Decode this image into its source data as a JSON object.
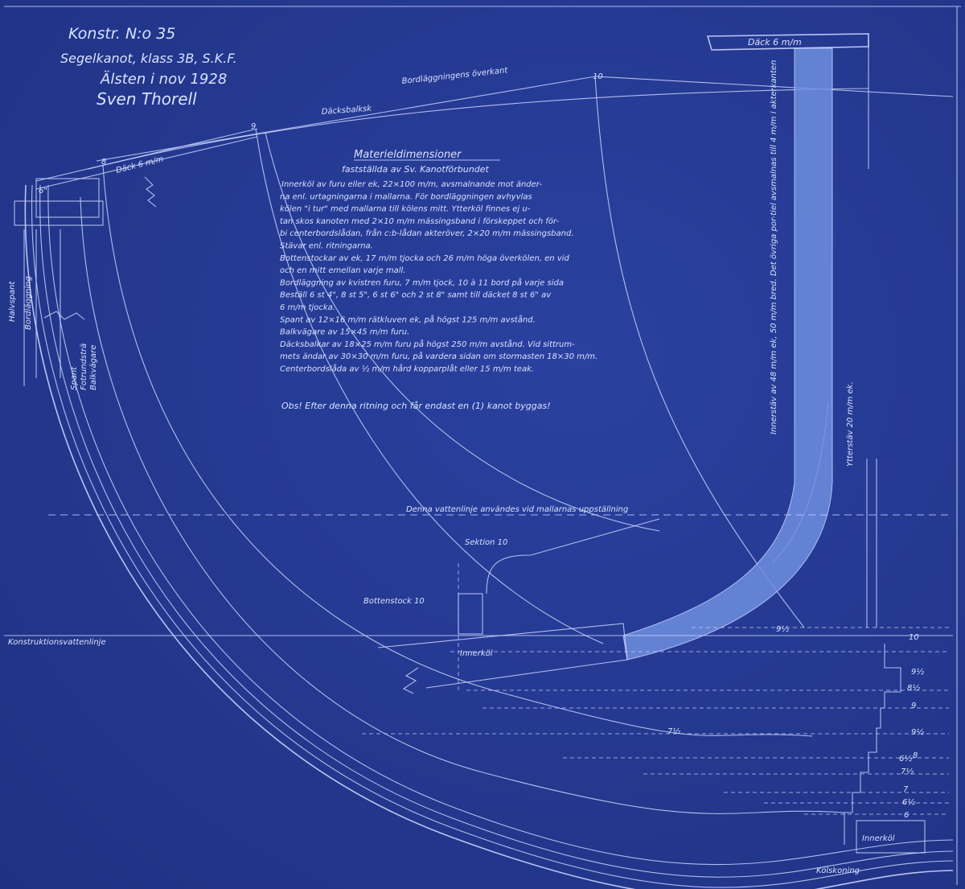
{
  "title": {
    "line1": "Konstr. N:o 35",
    "line2": "Segelkanot, klass 3B, S.K.F.",
    "line3": "Älsten i nov 1928",
    "signature": "Sven Thorell"
  },
  "materials": {
    "heading": "Materieldimensioner",
    "subheading": "fastställda av Sv. Kanotförbundet",
    "lines": [
      "Innerköl av furu eller ek, 22×100 m/m, avsmalnande mot änder-",
      "na enl. urtagningarna i mallarna. För bordläggningen avhyvlas",
      "kölen \"i tur\" med mallarna till kölens mitt. Ytterköl finnes ej u-",
      "tan skos kanoten med 2×10 m/m mässingsband i förskeppet och för-",
      "bi centerbordslådan, från c:b-lådan akteröver, 2×20 m/m mässingsband.",
      "Stävar enl. ritningarna.",
      "Bottenstockar av ek, 17 m/m tjocka och 26 m/m höga överkölen, en vid",
      "och en mitt emellan varje mall.",
      "Bordläggning av kvistren furu, 7 m/m tjock, 10 à 11 bord på varje sida",
      "Beställ 6 st 4\", 8 st 5\", 6 st 6\" och 2 st 8\" samt till däcket 8 st 6\" av",
      "6 m/m tjocka.",
      "Spant av 12×16 m/m rätkluven ek, på högst 125 m/m avstånd.",
      "Balkvägare av 15×45 m/m furu.",
      "Däcksbalkar av 18×25 m/m furu på högst 250 m/m avstånd. Vid sittrum-",
      "mets ändar av 30×30 m/m furu, på vardera sidan om stormasten 18×30 m/m.",
      "Centerbordslåda av ½ m/m hård kopparplåt eller 15 m/m teak."
    ],
    "note": "Obs! Efter denna ritning och får endast en (1) kanot byggas!"
  },
  "labels": {
    "deck_top": "Däck 6 m/m",
    "deck_bow": "Däck 6 m/m",
    "sheer": "Bordläggningens överkant",
    "deck_curve": "Däcksbalksk",
    "waterline": "Denna vattenlinje användes vid mallarnas uppställning",
    "section": "Sektion 10",
    "floor": "Bottenstock 10",
    "keel_mid": "Innerköl",
    "keel_right": "Innerköl",
    "construction_line": "Konstruktionsvattenlinje",
    "keel_bottom": "Kölskoning",
    "inner_stem": "Innerstäv av 48 m/m ek, 50 m/m bred. Det övriga por-tiel avsmalnas till 4 m/m i akterkanten",
    "outer_stem": "Ytterstäv 20 m/m ek.",
    "left_1": "Halvspant",
    "left_2": "Bordläggning",
    "left_3": "Spant",
    "left_4": "Fotrundsträ",
    "left_5": "Balkvägare",
    "bow_6": "6\""
  },
  "stations": {
    "s10_top": "10",
    "s9": "9",
    "s8": "8",
    "s9h_mid": "9½",
    "s10_r": "10",
    "s9h_r": "9½",
    "s8h_r": "8½",
    "s9_r": "9",
    "s7h_mid": "7½",
    "s9h2_r": "9½",
    "s6h_r": "6½",
    "s8_r": "8",
    "s7h_r": "7½",
    "s7_r": "7",
    "s6h2_r": "6½",
    "s6_r": "6"
  },
  "colors": {
    "paper": "#24388f",
    "line": "#c9d4ff",
    "stem": "#6f8fe0"
  }
}
